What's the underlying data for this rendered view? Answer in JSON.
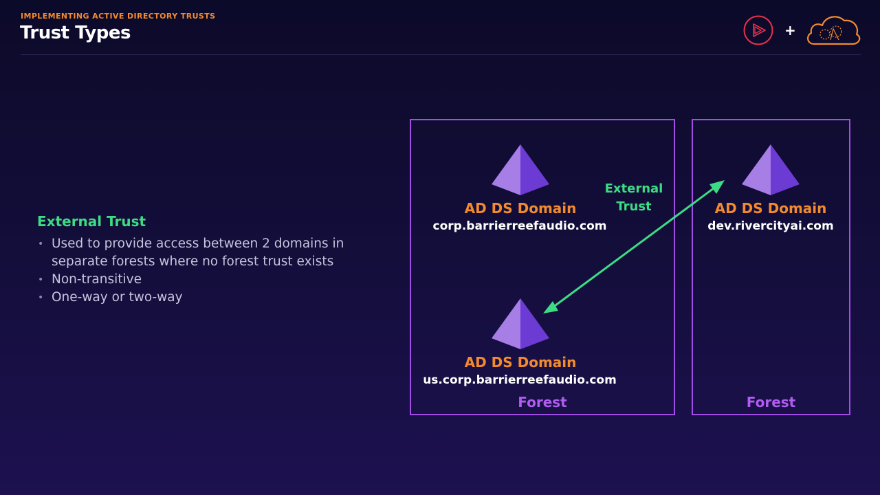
{
  "header": {
    "kicker": "IMPLEMENTING ACTIVE DIRECTORY TRUSTS",
    "title": "Trust Types",
    "plus": "+"
  },
  "content": {
    "heading": "External Trust",
    "bullets": [
      "Used to provide access between 2 domains in separate forests where no forest trust exists",
      "Non-transitive",
      "One-way or two-way"
    ]
  },
  "diagram": {
    "forests": [
      {
        "label": "Forest"
      },
      {
        "label": "Forest"
      }
    ],
    "domains": [
      {
        "title": "AD DS Domain",
        "name": "corp.barrierreefaudio.com"
      },
      {
        "title": "AD DS Domain",
        "name": "us.corp.barrierreefaudio.com"
      },
      {
        "title": "AD DS Domain",
        "name": "dev.rivercityai.com"
      }
    ],
    "trust": {
      "label_line1": "External",
      "label_line2": "Trust"
    }
  },
  "icons": {
    "brand_logo": "play-logo-icon",
    "cloud_logo": "cloud-logo-icon",
    "domain_icon": "pyramid-icon",
    "arrow": "double-arrow"
  },
  "colors": {
    "accent_orange": "#f28a2e",
    "accent_green": "#3ddc84",
    "forest_purple": "#a44ce8",
    "logo_red": "#e8324a"
  }
}
